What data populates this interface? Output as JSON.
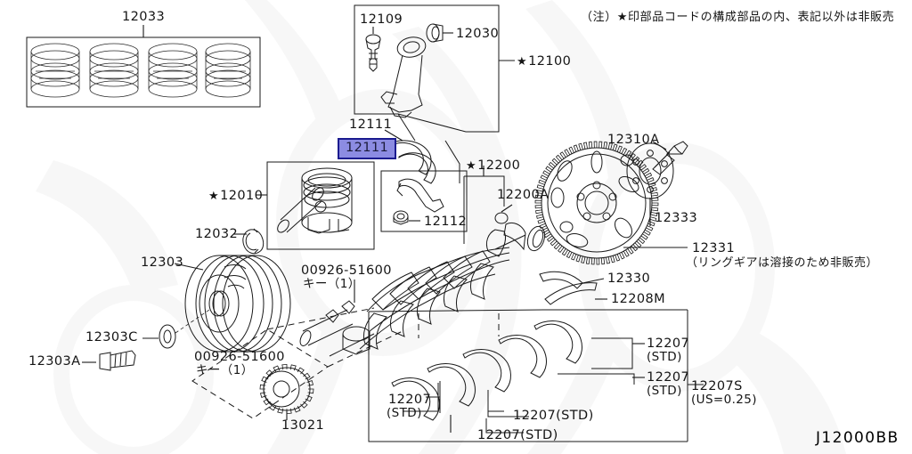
{
  "diagram": {
    "drawing_number": "J12000BB",
    "note": "（注）★印部品コードの構成部品の内、表記以外は非販売"
  },
  "labels": {
    "piston_rings": "12033",
    "conrod_bolt": "12109",
    "conrod_bush": "12030",
    "conrod_assy": "12100",
    "conrod_bearing_1": "12111",
    "conrod_bearing_2_selected": "12111",
    "conrod_nut": "12112",
    "piston_assy": "12010",
    "snap_ring": "12032",
    "crankshaft": "12200",
    "crank_pin": "12200A",
    "flywheel_bolt": "12310A",
    "flywheel_plate": "12333",
    "flywheel": "12331",
    "flywheel_note_jp": "（リングギアは溶接のため非販売）",
    "thrust_washer": "12330",
    "rear_seal": "12208M",
    "pulley": "12303",
    "pulley_washer": "12303C",
    "pulley_bolt": "12303A",
    "key_upper": "00926-51600",
    "key_upper_sub": "キー（1）",
    "key_lower": "00926-51600",
    "key_lower_sub": "キー（1）",
    "sprocket": "13021",
    "bearing_a": "12207",
    "bearing_a_sub": "(STD)",
    "bearing_b": "12207",
    "bearing_b_sub": "(STD)",
    "bearing_c": "12207(STD)",
    "bearing_d": "12207(STD)",
    "bearing_e": "12207",
    "bearing_e_sub": "(STD)",
    "bearing_set": "12207S",
    "bearing_set_sub": "(US=0.25)"
  },
  "colors": {
    "highlight_fill": "#8c8ce2",
    "highlight_border": "#1b1b8f",
    "line": "#1a1a1a",
    "background": "#ffffff"
  }
}
